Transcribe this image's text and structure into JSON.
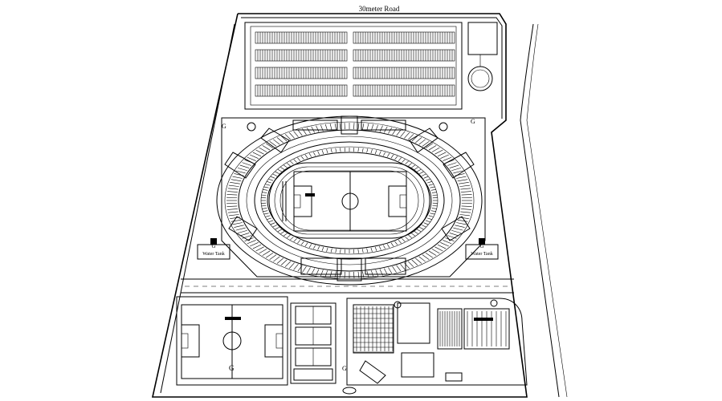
{
  "plan": {
    "road_label": "30meter Road",
    "water_tank_left": "Water Tank",
    "water_tank_right": "Water Tank",
    "gate_marks": [
      "G",
      "G",
      "G",
      "G",
      "G",
      "G"
    ]
  }
}
